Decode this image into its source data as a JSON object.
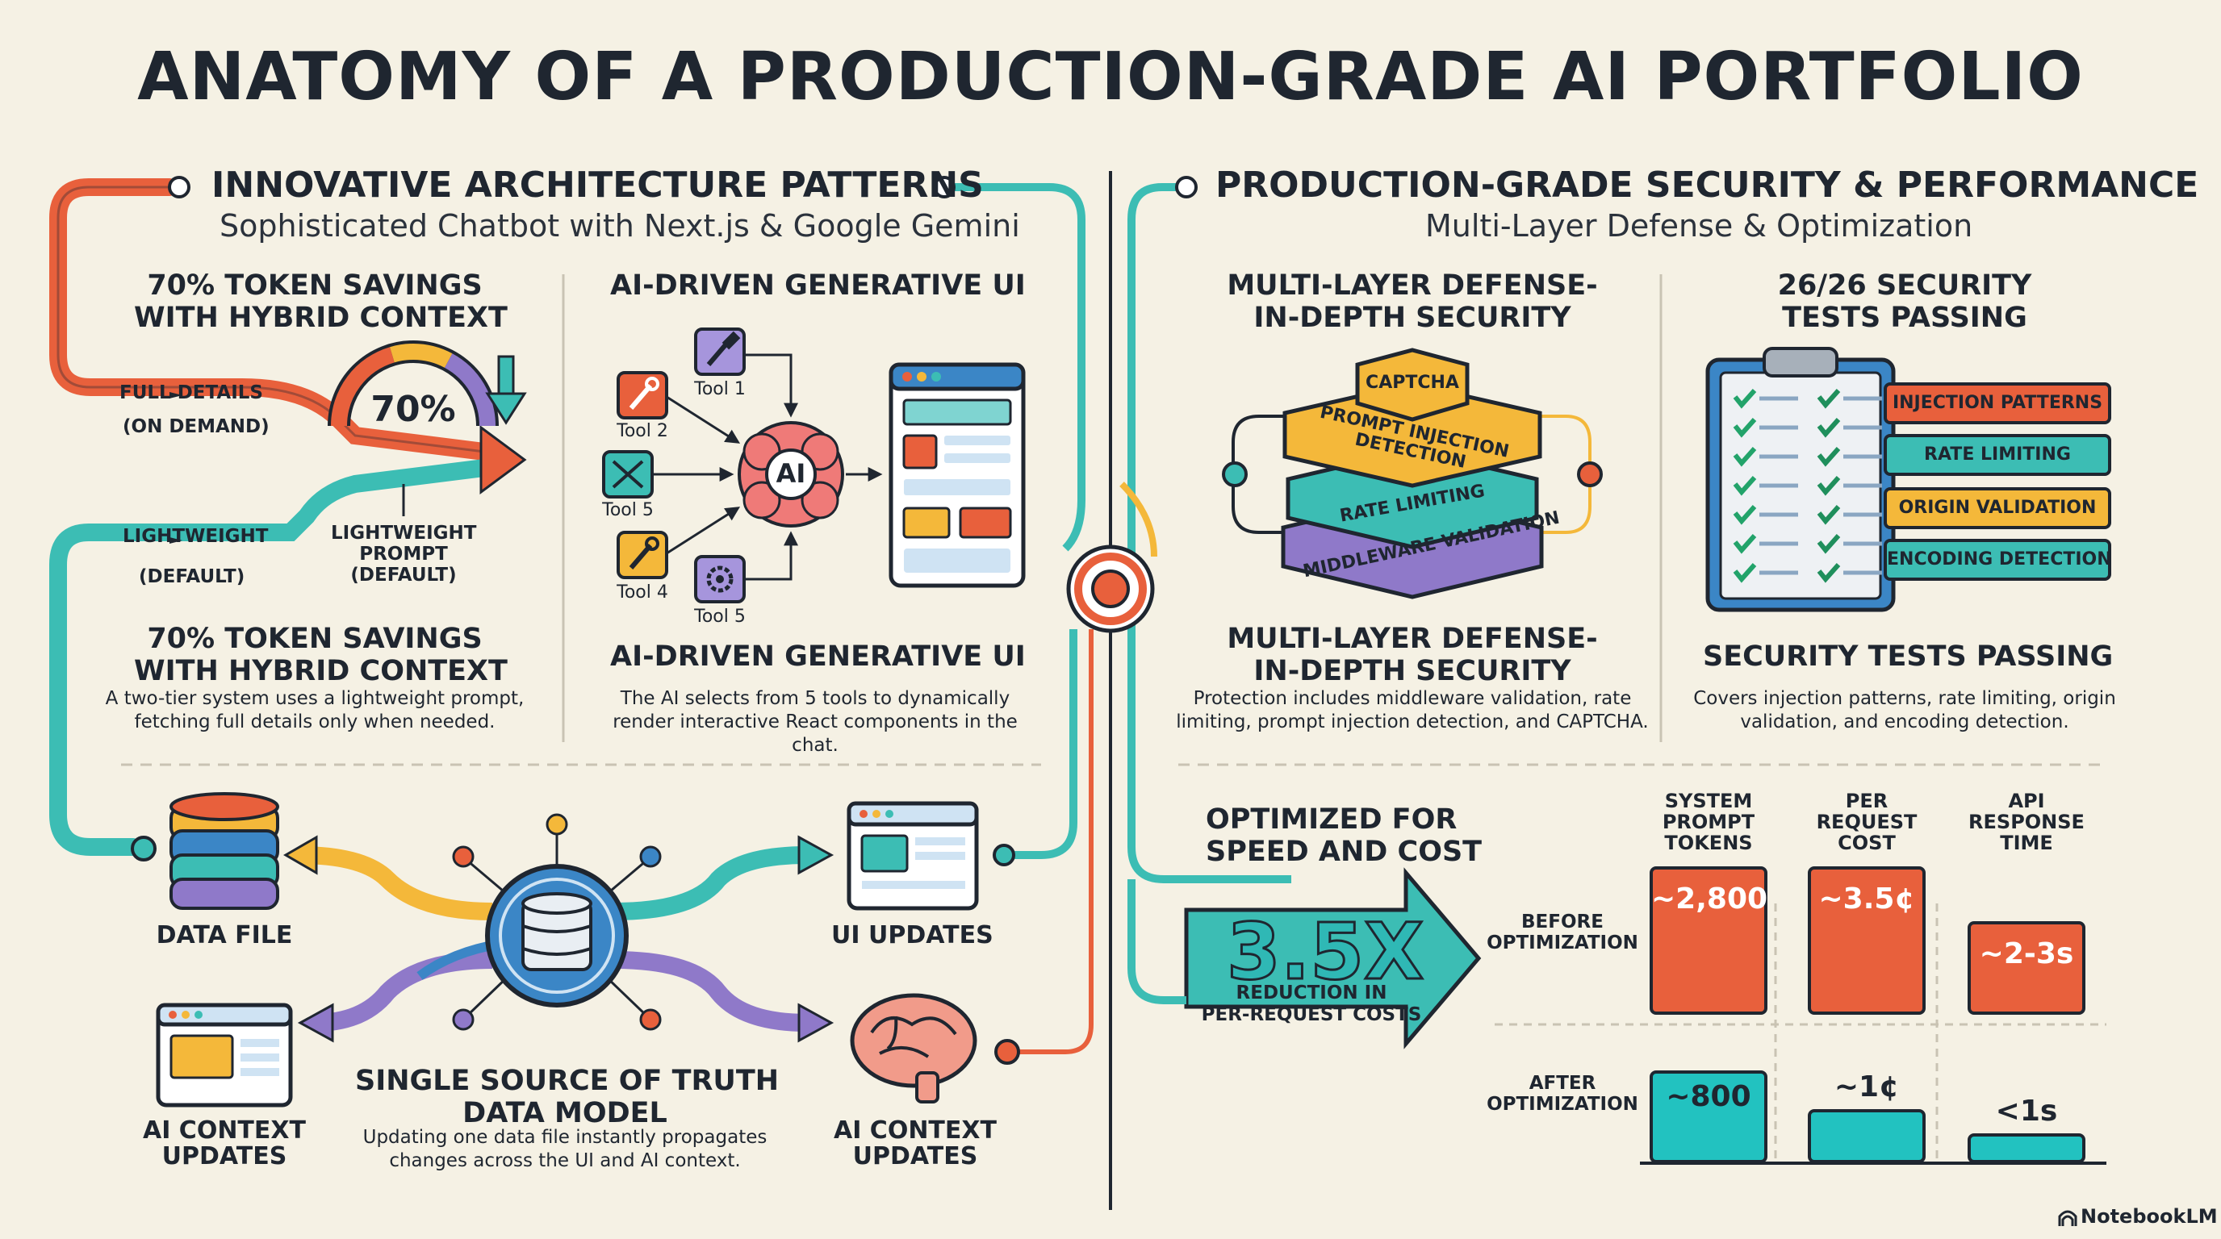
{
  "title": "ANATOMY OF A PRODUCTION-GRADE AI PORTFOLIO",
  "left": {
    "heading": "INNOVATIVE ARCHITECTURE PATTERNS",
    "subheading": "Sophisticated Chatbot with Next.js & Google Gemini",
    "token_panel": {
      "top_title": [
        "70% TOKEN SAVINGS",
        "WITH HYBRID CONTEXT"
      ],
      "gauge_value": "70%",
      "full_details": "FULL DETAILS",
      "on_demand": "(ON DEMAND)",
      "lightweight": "LIGHTWEIGHT",
      "default": "(DEFAULT)",
      "lightweight_prompt": [
        "LIGHTWEIGHT",
        "PROMPT",
        "(DEFAULT)"
      ],
      "bottom_title": [
        "70% TOKEN SAVINGS",
        "WITH HYBRID CONTEXT"
      ],
      "description": [
        "A two-tier system uses a lightweight prompt,",
        "fetching full details only when needed."
      ]
    },
    "genui_panel": {
      "top_title": "AI-DRIVEN GENERATIVE UI",
      "tools": [
        "Tool 1",
        "Tool 2",
        "Tool 5",
        "Tool 4",
        "Tool 5"
      ],
      "ai_label": "AI",
      "bottom_title": "AI-DRIVEN GENERATIVE UI",
      "description": [
        "The AI selects from 5 tools to dynamically",
        "render interactive React components in the chat."
      ]
    },
    "ssot_panel": {
      "data_file": "DATA FILE",
      "ui_updates": "UI UPDATES",
      "ai_context_left": [
        "AI CONTEXT",
        "UPDATES"
      ],
      "ai_context_right": [
        "AI CONTEXT",
        "UPDATES"
      ],
      "title": [
        "SINGLE SOURCE OF TRUTH",
        "DATA MODEL"
      ],
      "description": [
        "Updating one data file instantly propagates",
        "changes across the UI and AI context."
      ]
    }
  },
  "right": {
    "heading": "PRODUCTION-GRADE SECURITY & PERFORMANCE",
    "subheading": "Multi-Layer Defense & Optimization",
    "defense_panel": {
      "top_title": [
        "MULTI-LAYER DEFENSE-",
        "IN-DEPTH SECURITY"
      ],
      "layers": [
        "CAPTCHA",
        "PROMPT INJECTION DETECTION",
        "RATE LIMITING",
        "MIDDLEWARE VALIDATION"
      ],
      "bottom_title": [
        "MULTI-LAYER DEFENSE-",
        "IN-DEPTH SECURITY"
      ],
      "description": [
        "Protection includes middleware validation, rate",
        "limiting, prompt injection detection, and CAPTCHA."
      ]
    },
    "tests_panel": {
      "top_title": [
        "26/26 SECURITY",
        "TESTS PASSING"
      ],
      "tags": [
        "INJECTION PATTERNS",
        "RATE LIMITING",
        "ORIGIN VALIDATION",
        "ENCODING DETECTION"
      ],
      "bottom_title": "SECURITY TESTS PASSING",
      "description": [
        "Covers injection patterns, rate limiting, origin",
        "validation, and encoding detection."
      ]
    },
    "performance": {
      "title": [
        "OPTIMIZED FOR",
        "SPEED AND COST"
      ],
      "multiplier": "3.5X",
      "multiplier_caption": [
        "REDUCTION IN",
        "PER-REQUEST COSTS"
      ]
    }
  },
  "chart_data": {
    "type": "bar",
    "categories": [
      "SYSTEM PROMPT TOKENS",
      "PER REQUEST COST",
      "API RESPONSE TIME"
    ],
    "category_lines": [
      [
        "SYSTEM",
        "PROMPT",
        "TOKENS"
      ],
      [
        "PER",
        "REQUEST",
        "COST"
      ],
      [
        "API",
        "RESPONSE",
        "TIME"
      ]
    ],
    "row_labels": {
      "before": [
        "BEFORE",
        "OPTIMIZATION"
      ],
      "after": [
        "AFTER",
        "OPTIMIZATION"
      ]
    },
    "series": [
      {
        "name": "BEFORE OPTIMIZATION",
        "labels": [
          "~2,800",
          "~3.5¢",
          "~2-3s"
        ],
        "relative": [
          1.0,
          1.0,
          0.62
        ]
      },
      {
        "name": "AFTER OPTIMIZATION",
        "labels": [
          "~800",
          "~1¢",
          "<1s"
        ],
        "relative": [
          0.74,
          0.42,
          0.22
        ]
      }
    ],
    "colors": {
      "before": "#e8603c",
      "after": "#22c2c0"
    }
  },
  "footer": "NotebookLM",
  "colors": {
    "orange": "#e8603c",
    "teal": "#3cbdb4",
    "yellow": "#f4b83a",
    "purple": "#8f79c9",
    "ink": "#1f2630",
    "blue": "#3b86c6"
  }
}
